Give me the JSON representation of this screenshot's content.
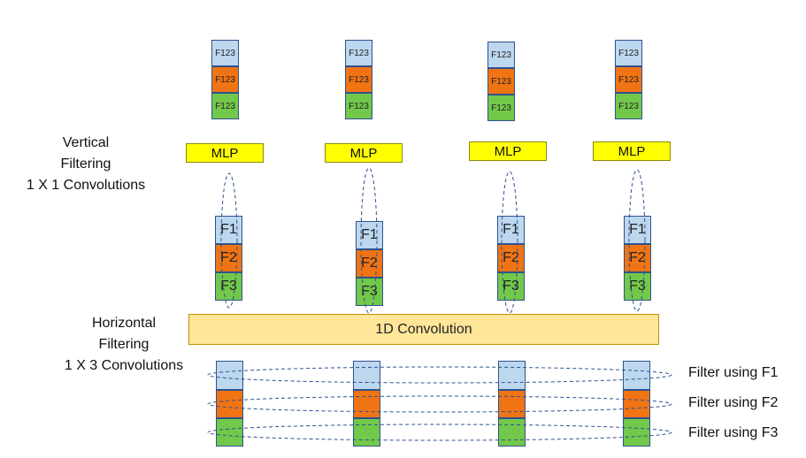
{
  "top_stacks": [
    {
      "cells": [
        "F123",
        "F123",
        "F123"
      ]
    },
    {
      "cells": [
        "F123",
        "F123",
        "F123"
      ]
    },
    {
      "cells": [
        "F123",
        "F123",
        "F123"
      ]
    },
    {
      "cells": [
        "F123",
        "F123",
        "F123"
      ]
    }
  ],
  "mlp_label": "MLP",
  "vertical_label": [
    "Vertical",
    "Filtering",
    "1 X 1 Convolutions"
  ],
  "mid_stacks": [
    {
      "cells": [
        "F1",
        "F2",
        "F3"
      ]
    },
    {
      "cells": [
        "F1",
        "F2",
        "F3"
      ]
    },
    {
      "cells": [
        "F1",
        "F2",
        "F3"
      ]
    },
    {
      "cells": [
        "F1",
        "F2",
        "F3"
      ]
    }
  ],
  "horizontal_label": [
    "Horizontal",
    "Filtering",
    "1 X 3 Convolutions"
  ],
  "conv_label": "1D Convolution",
  "filter_labels": [
    "Filter using F1",
    "Filter using F2",
    "Filter using F3"
  ],
  "colors": {
    "blue": "#bdd7ee",
    "orange": "#f07413",
    "green": "#72c84a",
    "mlp": "#ffff00",
    "conv": "#ffe699",
    "border": "#2f528f"
  }
}
